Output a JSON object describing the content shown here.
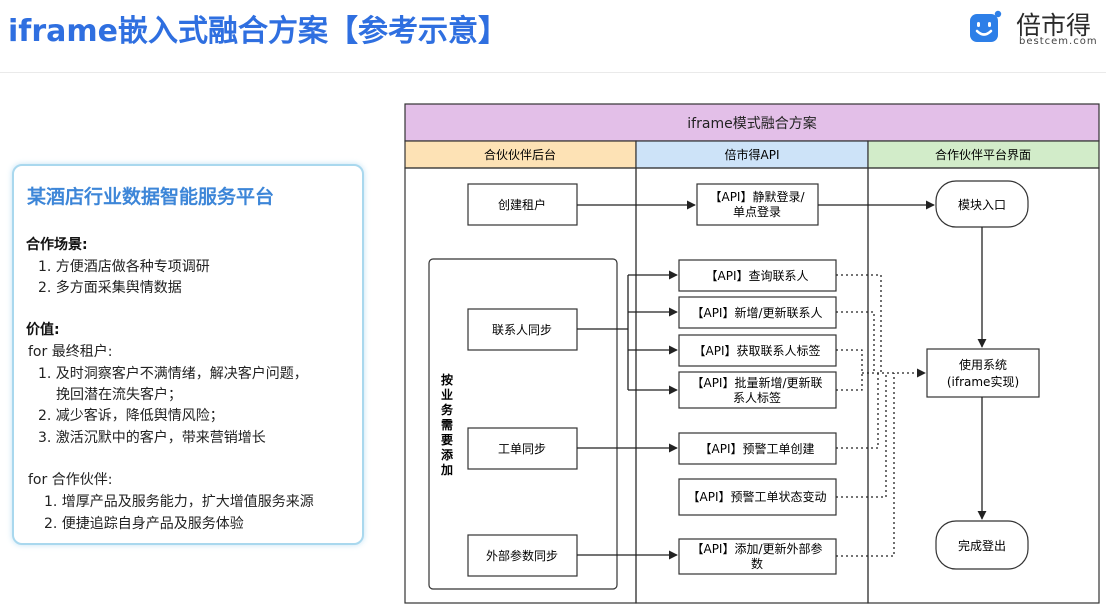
{
  "header": {
    "title": "iframe嵌入式融合方案【参考示意】",
    "logo_name": "倍市得",
    "logo_domain": "bestcem.com"
  },
  "card": {
    "title": "某酒店行业数据智能服务平台",
    "scenario_heading": "合作场景:",
    "scenarios": [
      "1. 方便酒店做各种专项调研",
      "2. 多方面采集舆情数据"
    ],
    "value_heading": "价值:",
    "tenant_heading": "for 最终租户:",
    "tenant_items": [
      "1. 及时洞察客户不满情绪，解决客户问题，",
      "挽回潜在流失客户；",
      "2. 减少客诉，降低舆情风险；",
      "3. 激活沉默中的客户，带来营销增长"
    ],
    "partner_heading": "for 合作伙伴:",
    "partner_items": [
      "1. 增厚产品及服务能力，扩大增值服务来源",
      "2. 便捷追踪自身产品及服务体验"
    ]
  },
  "diagram": {
    "title": "iframe模式融合方案",
    "lanes": [
      "合伙伙伴后台",
      "倍市得API",
      "合作伙伴平台界面"
    ],
    "side_label": [
      "按",
      "业",
      "务",
      "需",
      "要",
      "添",
      "加"
    ],
    "nodes": {
      "create_tenant": "创建租户",
      "contact_sync": "联系人同步",
      "ticket_sync": "工单同步",
      "param_sync": "外部参数同步",
      "api_login": [
        "【API】静默登录/",
        "单点登录"
      ],
      "api_query": "【API】查询联系人",
      "api_upsert": "【API】新增/更新联系人",
      "api_tags": "【API】获取联系人标签",
      "api_batch": [
        "【API】批量新增/更新联",
        "系人标签"
      ],
      "api_alert_create": "【API】预警工单创建",
      "api_alert_status": "【API】预警工单状态变动",
      "api_param": [
        "【API】添加/更新外部参",
        "数"
      ],
      "module_entry": "模块入口",
      "use_system": [
        "使用系统",
        "(iframe实现)"
      ],
      "logout": "完成登出"
    }
  },
  "colors": {
    "title_blue": "#2f6fe0",
    "diagram_title_bg": "#e3bfe8",
    "lane1_bg": "#fde2b5",
    "lane2_bg": "#cde3f8",
    "lane3_bg": "#d2ecc9"
  }
}
